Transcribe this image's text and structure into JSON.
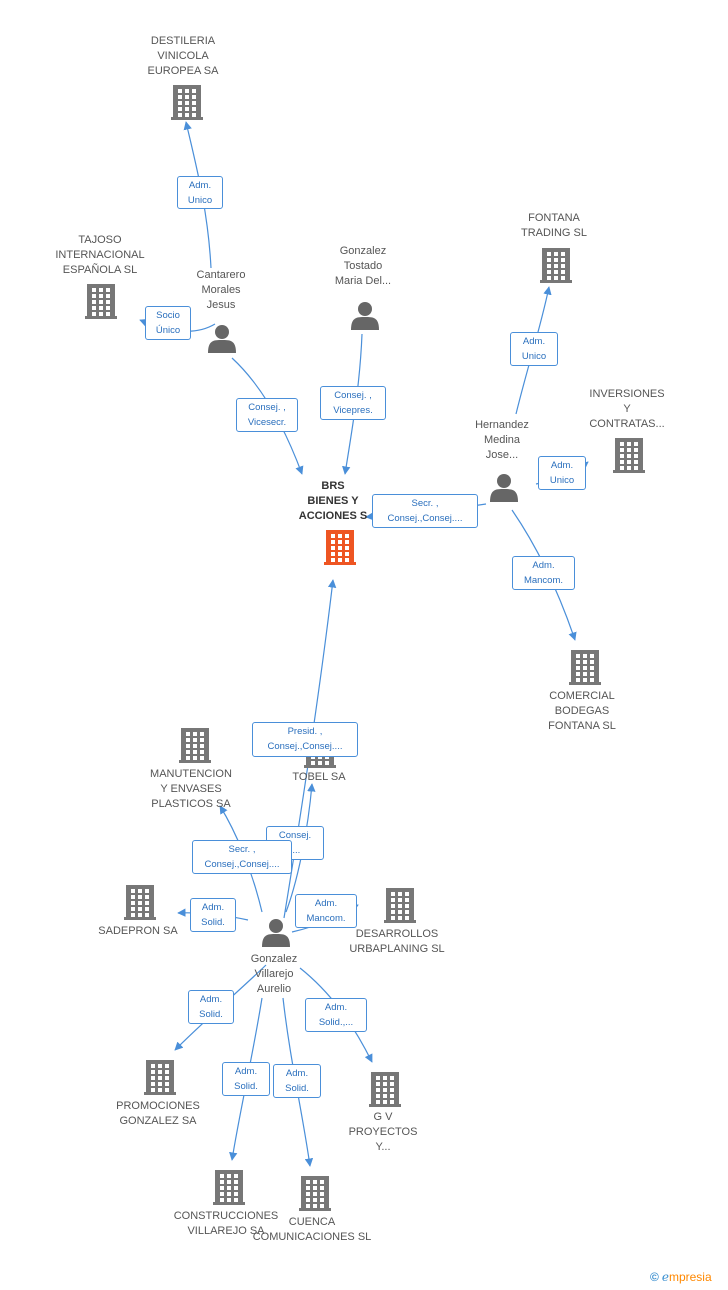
{
  "colors": {
    "edge": "#4a8fd9",
    "company": "#777777",
    "company_main": "#ee5522",
    "person": "#666666"
  },
  "nodes": [
    {
      "id": "destileria",
      "kind": "company",
      "lines": [
        "DESTILERIA",
        "VINICOLA",
        "EUROPEA SA"
      ]
    },
    {
      "id": "tajoso",
      "kind": "company",
      "lines": [
        "TAJOSO",
        "INTERNACIONAL",
        "ESPAÑOLA SL"
      ]
    },
    {
      "id": "cantarero",
      "kind": "person",
      "lines": [
        "Cantarero",
        "Morales",
        "Jesus"
      ]
    },
    {
      "id": "gonzalez-tostado",
      "kind": "person",
      "lines": [
        "Gonzalez",
        "Tostado",
        "Maria Del..."
      ]
    },
    {
      "id": "fontana-trading",
      "kind": "company",
      "lines": [
        "FONTANA",
        "TRADING SL"
      ]
    },
    {
      "id": "inversiones",
      "kind": "company",
      "lines": [
        "INVERSIONES",
        "Y",
        "CONTRATAS..."
      ]
    },
    {
      "id": "hernandez",
      "kind": "person",
      "lines": [
        "Hernandez",
        "Medina",
        "Jose..."
      ]
    },
    {
      "id": "brs",
      "kind": "company-main",
      "lines": [
        "BRS",
        "BIENES Y",
        "ACCIONES S"
      ]
    },
    {
      "id": "comercial-bodegas",
      "kind": "company",
      "lines": [
        "COMERCIAL",
        "BODEGAS",
        "FONTANA SL"
      ]
    },
    {
      "id": "manutencion",
      "kind": "company",
      "lines": [
        "MANUTENCION",
        "Y ENVASES",
        "PLASTICOS SA"
      ]
    },
    {
      "id": "tobel",
      "kind": "company",
      "lines": [
        "TOBEL SA"
      ]
    },
    {
      "id": "sadepron",
      "kind": "company",
      "lines": [
        "SADEPRON SA"
      ]
    },
    {
      "id": "desarrollos",
      "kind": "company",
      "lines": [
        "DESARROLLOS",
        "URBAPLANING SL"
      ]
    },
    {
      "id": "gonzalez-villarejo",
      "kind": "person",
      "lines": [
        "Gonzalez",
        "Villarejo",
        "Aurelio"
      ]
    },
    {
      "id": "promociones",
      "kind": "company",
      "lines": [
        "PROMOCIONES",
        "GONZALEZ SA"
      ]
    },
    {
      "id": "gv-proyectos",
      "kind": "company",
      "lines": [
        "G V",
        "PROYECTOS",
        "Y..."
      ]
    },
    {
      "id": "construcciones",
      "kind": "company",
      "lines": [
        "CONSTRUCCIONES",
        "VILLAREJO SA"
      ]
    },
    {
      "id": "cuenca",
      "kind": "company",
      "lines": [
        "CUENCA",
        "COMUNICACIONES SL"
      ]
    }
  ],
  "relations": [
    {
      "from": "cantarero",
      "to": "destileria",
      "lines": [
        "Adm.",
        "Unico"
      ]
    },
    {
      "from": "cantarero",
      "to": "tajoso",
      "lines": [
        "Socio",
        "Único"
      ]
    },
    {
      "from": "cantarero",
      "to": "brs",
      "lines": [
        "Consej. ,",
        "Vicesecr."
      ]
    },
    {
      "from": "gonzalez-tostado",
      "to": "brs",
      "lines": [
        "Consej. ,",
        "Vicepres."
      ]
    },
    {
      "from": "hernandez",
      "to": "fontana-trading",
      "lines": [
        "Adm.",
        "Unico"
      ]
    },
    {
      "from": "hernandez",
      "to": "inversiones",
      "lines": [
        "Adm.",
        "Unico"
      ]
    },
    {
      "from": "hernandez",
      "to": "brs",
      "lines": [
        "Secr. ,",
        "Consej.,Consej...."
      ]
    },
    {
      "from": "hernandez",
      "to": "comercial-bodegas",
      "lines": [
        "Adm.",
        "Mancom."
      ]
    },
    {
      "from": "gonzalez-villarejo",
      "to": "brs",
      "lines": [
        "Presid. ,",
        "Consej.,Consej...."
      ]
    },
    {
      "from": "gonzalez-villarejo",
      "to": "tobel",
      "lines": [
        "Consej.",
        "...."
      ]
    },
    {
      "from": "gonzalez-villarejo",
      "to": "manutencion",
      "lines": [
        "Secr. ,",
        "Consej.,Consej...."
      ]
    },
    {
      "from": "gonzalez-villarejo",
      "to": "sadepron",
      "lines": [
        "Adm.",
        "Solid."
      ]
    },
    {
      "from": "gonzalez-villarejo",
      "to": "desarrollos",
      "lines": [
        "Adm.",
        "Mancom."
      ]
    },
    {
      "from": "gonzalez-villarejo",
      "to": "promociones",
      "lines": [
        "Adm.",
        "Solid."
      ]
    },
    {
      "from": "gonzalez-villarejo",
      "to": "gv-proyectos",
      "lines": [
        "Adm.",
        "Solid.,..."
      ]
    },
    {
      "from": "gonzalez-villarejo",
      "to": "construcciones",
      "lines": [
        "Adm.",
        "Solid."
      ]
    },
    {
      "from": "gonzalez-villarejo",
      "to": "cuenca",
      "lines": [
        "Adm.",
        "Solid."
      ]
    }
  ],
  "footer": {
    "copyright": "©",
    "brand_initial": "e",
    "brand_rest": "mpresia"
  }
}
